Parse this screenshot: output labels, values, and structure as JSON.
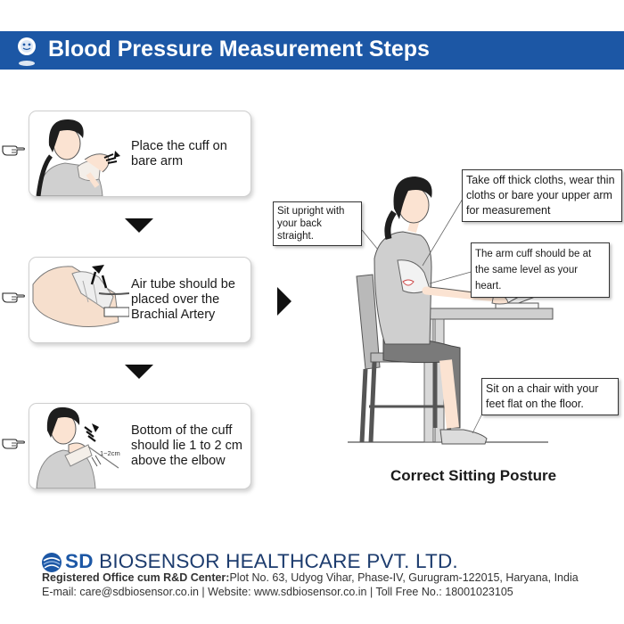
{
  "header": {
    "title": "Blood Pressure Measurement Steps"
  },
  "steps": [
    {
      "text": "Place the cuff on bare arm"
    },
    {
      "text": "Air tube should be placed over the Brachial Artery"
    },
    {
      "text": "Bottom of the cuff should lie 1 to 2 cm above the elbow"
    }
  ],
  "step3_measure_label": "1~2cm",
  "posture": {
    "callouts": {
      "sit_upright": "Sit upright with your back straight.",
      "thin_clothes": "Take off thick cloths, wear thin cloths or bare your upper arm for measurement",
      "cuff_level": "The arm cuff should be at the same level as your heart.",
      "feet_flat": "Sit on a chair with your feet flat on the floor."
    },
    "caption": "Correct Sitting Posture"
  },
  "footer": {
    "company_abbr": "SD",
    "company_name": "BIOSENSOR HEALTHCARE PVT. LTD.",
    "address_label": "Registered Office cum R&D Center:",
    "address": "Plot No. 63, Udyog Vihar, Phase-IV, Gurugram-122015, Haryana, India",
    "contact": "E-mail: care@sdbiosensor.co.in | Website: www.sdbiosensor.co.in | Toll Free No.: 18001023105"
  },
  "colors": {
    "header_bg": "#1c57a5",
    "brand_dark": "#1d3c6e"
  },
  "icons": [
    "pointing-hand-icon",
    "triangle-arrow-icon",
    "bp-monitor-icon",
    "sd-logo-icon"
  ]
}
